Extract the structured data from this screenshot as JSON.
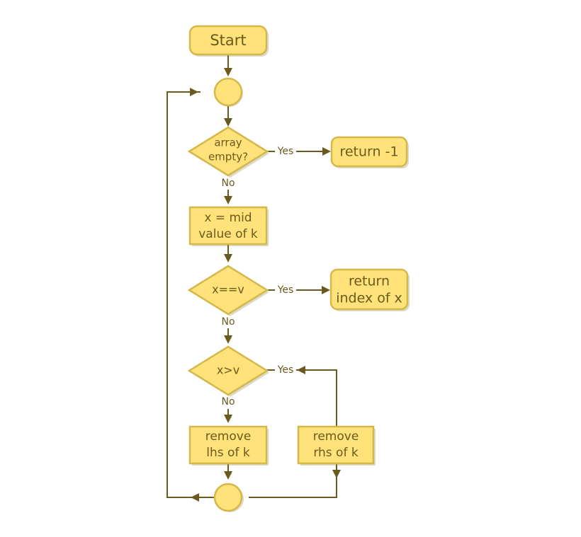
{
  "diagram": {
    "nodes": {
      "start": "Start",
      "array_empty_line1": "array",
      "array_empty_line2": "empty?",
      "return_neg1": "return -1",
      "mid_line1": "x = mid",
      "mid_line2": "value of k",
      "equal": "x==v",
      "return_index_line1": "return",
      "return_index_line2": "index of x",
      "greater": "x>v",
      "remove_lhs_line1": "remove",
      "remove_lhs_line2": "lhs of k",
      "remove_rhs_line1": "remove",
      "remove_rhs_line2": "rhs of k"
    },
    "edge_labels": {
      "empty_yes": "Yes",
      "empty_no": "No",
      "equal_yes": "Yes",
      "equal_no": "No",
      "greater_yes": "Yes",
      "greater_no": "No"
    },
    "colors": {
      "node_fill": "#ffe27a",
      "node_stroke": "#d4b84a",
      "line": "#6b5a1e",
      "text": "#6b5a1e"
    }
  }
}
